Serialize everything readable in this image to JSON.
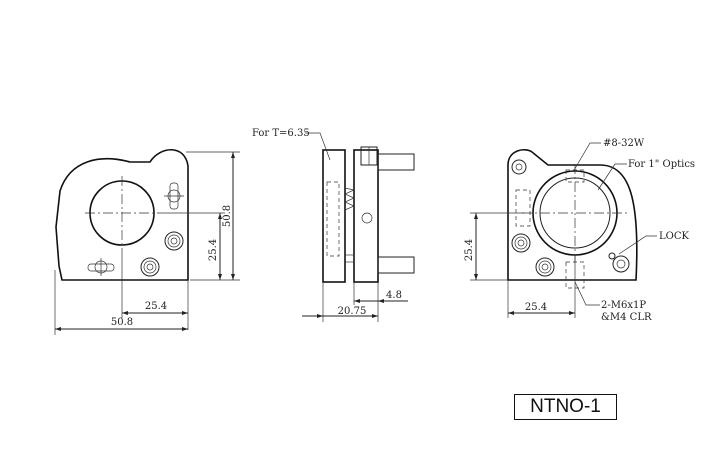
{
  "model": "NTNO-1",
  "front_view": {
    "dim_height": "50.8",
    "dim_hole_height": "25.4",
    "dim_hole_width": "25.4",
    "dim_width": "50.8"
  },
  "side_view": {
    "thickness_note": "For T=6.35",
    "dim_depth": "20.75",
    "dim_offset": "4.8"
  },
  "rear_view": {
    "thread_note": "#8-32W",
    "optic_note": "For 1\" Optics",
    "lock_note": "LOCK",
    "dim_hole_height": "25.4",
    "dim_hole_width": "25.4",
    "mount_note_line1": "2-M6x1P",
    "mount_note_line2": "&M4 CLR"
  }
}
